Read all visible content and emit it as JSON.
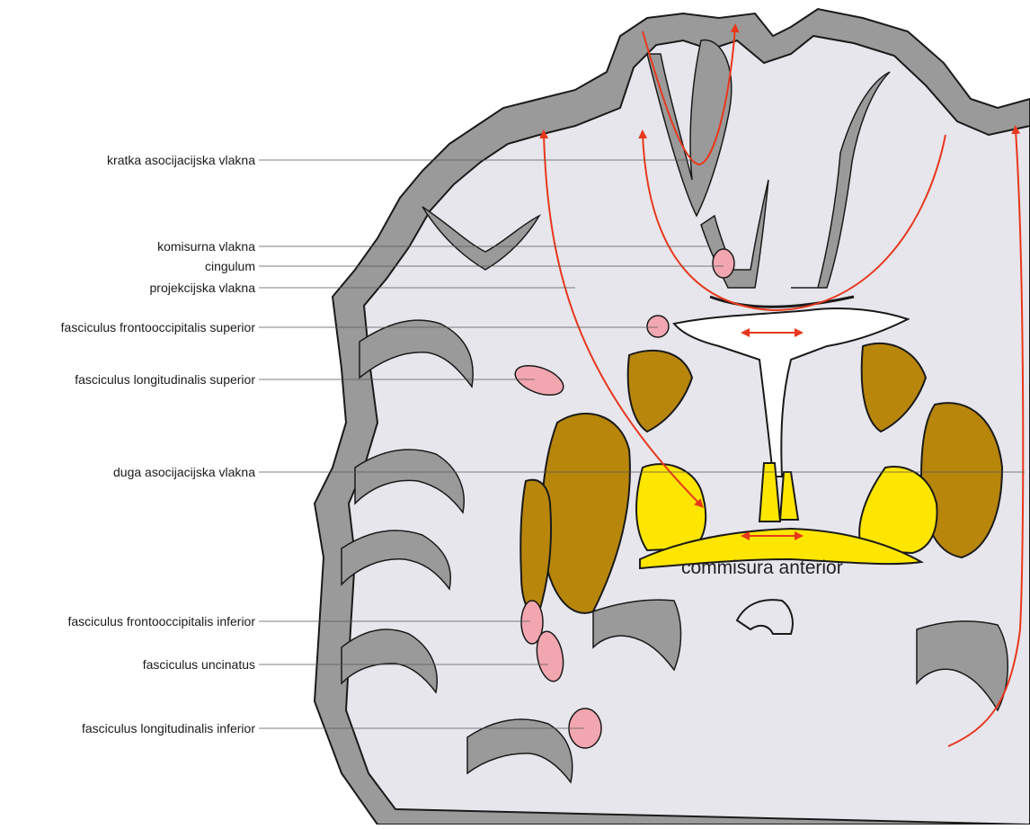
{
  "labels": [
    "kratka asocijacijska vlakna",
    "komisurna vlakna",
    "cingulum",
    "projekcijska vlakna",
    "fasciculus frontooccipitalis superior",
    "fasciculus longitudinalis superior",
    "duga asocijacijska vlakna",
    "fasciculus frontooccipitalis inferior",
    "fasciculus uncinatus",
    "fasciculus longitudinalis inferior"
  ],
  "caption": "commisura anterior",
  "colors": {
    "cortex": "#9a9a9a",
    "white_matter": "#e6e6ec",
    "nuclei_brown": "#b8860b",
    "nuclei_yellow": "#ffe600",
    "fibre_bundle": "#f2a7b0",
    "fibre_arrow": "#e8371c"
  }
}
